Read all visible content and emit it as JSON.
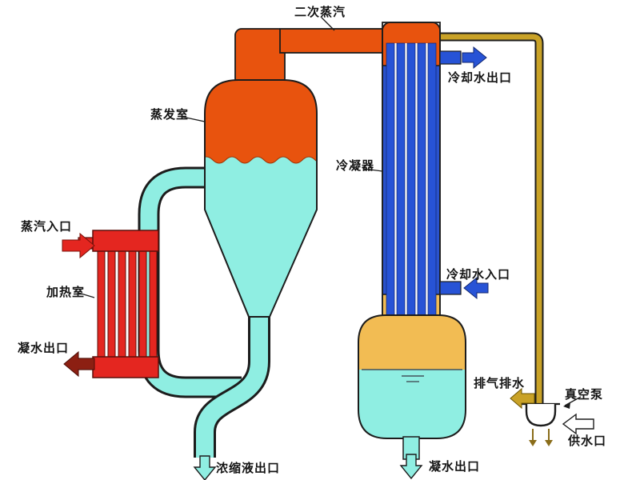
{
  "diagram": {
    "labels": {
      "secondary_steam": "二次蒸汽",
      "evaporation_chamber": "蒸发室",
      "condenser": "冷凝器",
      "steam_inlet": "蒸汽入口",
      "heating_chamber": "加热室",
      "condensate_outlet_left": "凝水出口",
      "cooling_water_outlet": "冷却水出口",
      "cooling_water_inlet": "冷却水入口",
      "concentrate_outlet": "浓缩液出口",
      "condensate_outlet_right": "凝水出口",
      "exhaust_drain": "排气排水",
      "vacuum_pump": "真空泵",
      "water_supply": "供水口"
    },
    "colors": {
      "vapor_orange": "#e8530e",
      "liquid_cyan": "#8feee2",
      "heater_red": "#e42620",
      "condenser_blue": "#2a52cc",
      "tube_blue": "#2753d6",
      "condensate_yellow": "#f2bc53",
      "vacuum_gold": "#c9a227",
      "dark_red": "#8c1f12"
    }
  }
}
